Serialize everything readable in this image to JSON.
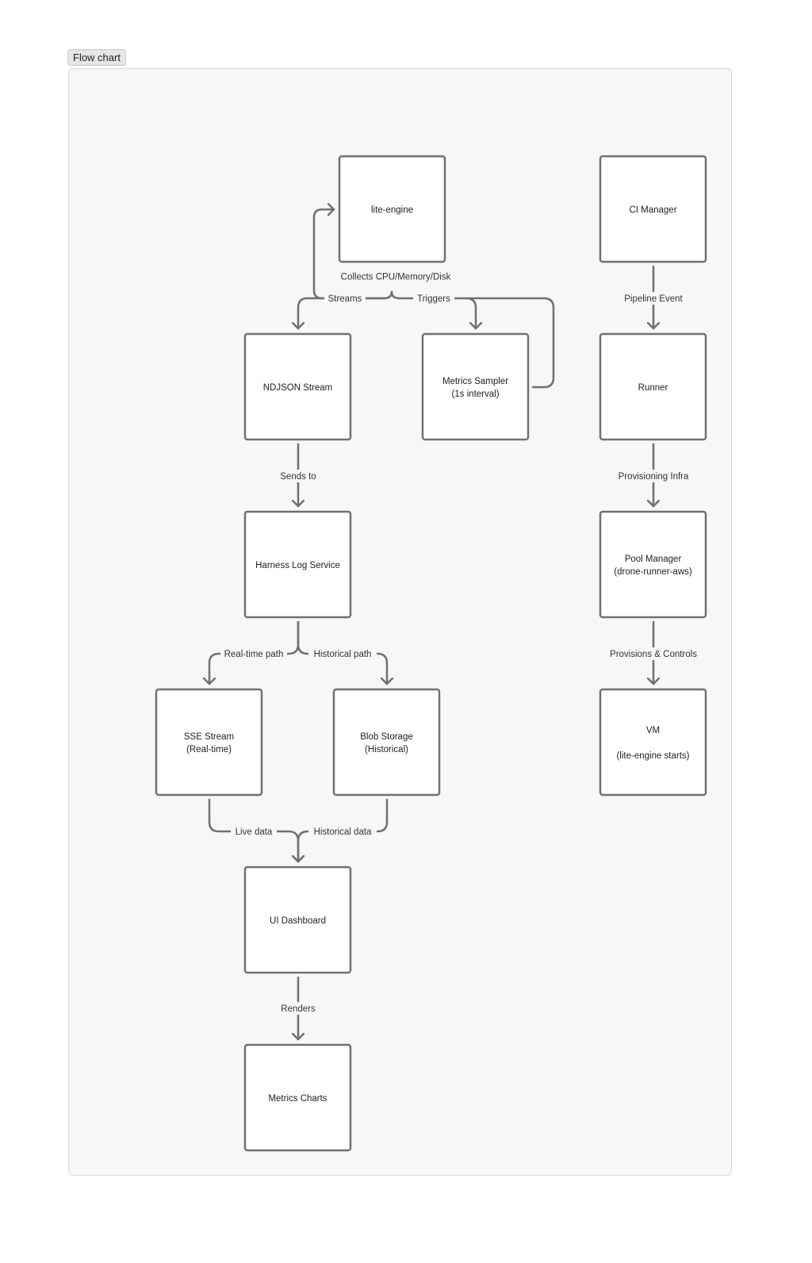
{
  "tab_label": "Flow chart",
  "nodes": {
    "lite_engine": [
      "lite-engine"
    ],
    "ci_manager": [
      "CI Manager"
    ],
    "ndjson_stream": [
      "NDJSON Stream"
    ],
    "metrics_sampler": [
      "Metrics Sampler",
      "(1s interval)"
    ],
    "runner": [
      "Runner"
    ],
    "harness_log_service": [
      "Harness Log Service"
    ],
    "pool_manager": [
      "Pool Manager",
      "(drone-runner-aws)"
    ],
    "sse_stream": [
      "SSE Stream",
      "(Real-time)"
    ],
    "blob_storage": [
      "Blob Storage",
      "(Historical)"
    ],
    "vm": [
      "VM",
      "",
      "(lite-engine starts)"
    ],
    "ui_dashboard": [
      "UI Dashboard"
    ],
    "metrics_charts": [
      "Metrics Charts"
    ]
  },
  "edge_labels": {
    "collects": "Collects CPU/Memory/Disk",
    "streams": "Streams",
    "triggers": "Triggers",
    "pipeline_event": "Pipeline Event",
    "sends_to": "Sends to",
    "provisioning_infra": "Provisioning Infra",
    "realtime_path": "Real-time path",
    "historical_path": "Historical path",
    "provisions_controls": "Provisions & Controls",
    "live_data": "Live data",
    "historical_data": "Historical data",
    "renders": "Renders"
  }
}
